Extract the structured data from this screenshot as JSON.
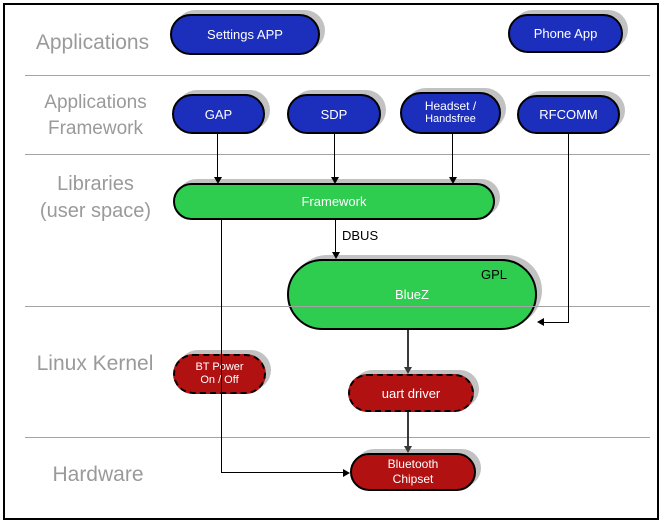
{
  "colors": {
    "blue": "#1c2ebc",
    "green": "#2ecc4f",
    "red": "#b11111",
    "shadow": "#c2c2c2",
    "label_gray": "#9a9a9a",
    "divider_gray": "#a3a3a3",
    "line_black": "#000000",
    "line_dark": "#3a3a3a"
  },
  "layers": {
    "applications": {
      "label": "Applications"
    },
    "applications_framework": {
      "line1": "Applications",
      "line2": "Framework"
    },
    "libraries": {
      "line1": "Libraries",
      "line2": "(user space)"
    },
    "linux_kernel": {
      "label": "Linux Kernel"
    },
    "hardware": {
      "label": "Hardware"
    }
  },
  "nodes": {
    "settings_app": {
      "label": "Settings APP"
    },
    "phone_app": {
      "label": "Phone App"
    },
    "gap": {
      "label": "GAP"
    },
    "sdp": {
      "label": "SDP"
    },
    "headset": {
      "line1": "Headset /",
      "line2": "Handsfree"
    },
    "rfcomm": {
      "label": "RFCOMM"
    },
    "framework": {
      "label": "Framework"
    },
    "bluez": {
      "label": "BlueZ",
      "badge": "GPL"
    },
    "bt_power": {
      "line1": "BT Power",
      "line2": "On / Off"
    },
    "uart_driver": {
      "label": "uart driver"
    },
    "bluetooth_chipset": {
      "line1": "Bluetooth",
      "line2": "Chipset"
    }
  },
  "edges": {
    "dbus_label": "DBUS"
  }
}
